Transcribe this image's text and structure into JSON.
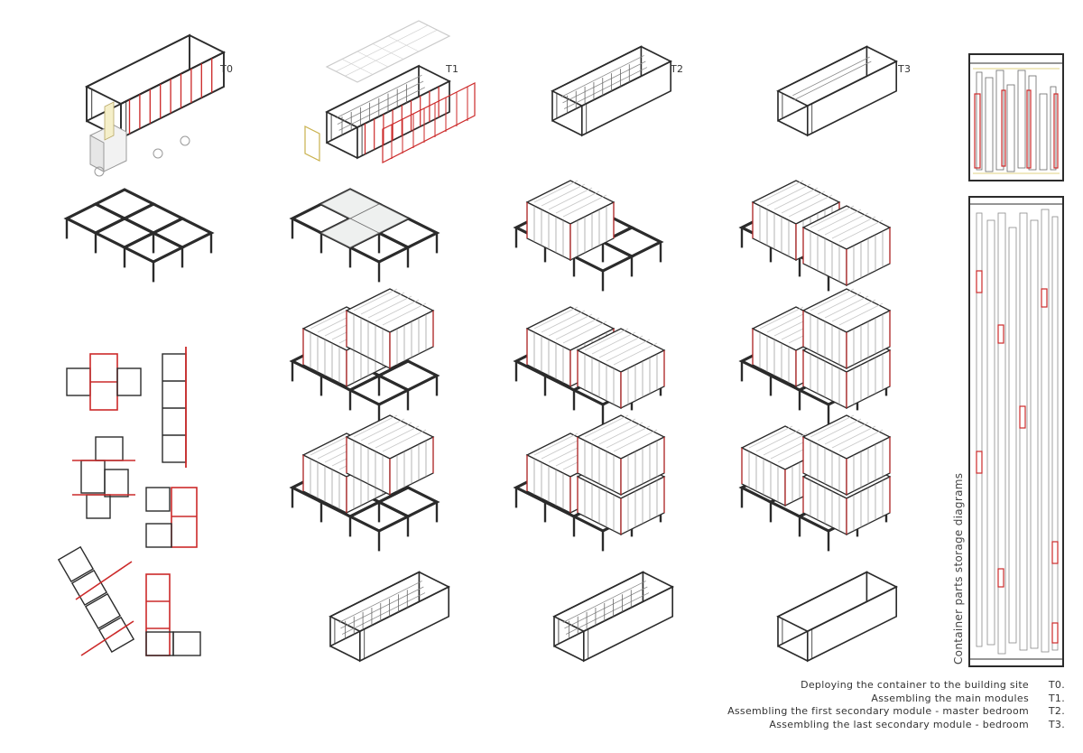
{
  "stage_labels": [
    "T0",
    "T1",
    "T2",
    "T3"
  ],
  "vertical_label": "Container parts storage diagrams",
  "legend": [
    {
      "text": "Deploying the container to the building site",
      "code": "T0."
    },
    {
      "text": "Assembling the main modules",
      "code": "T1."
    },
    {
      "text": "Assembling the first secondary module - master bedroom",
      "code": "T2."
    },
    {
      "text": "Assembling the last secondary module - bedroom",
      "code": "T3."
    }
  ],
  "colors": {
    "line": "#2b2b2b",
    "accent": "#cc2a2a",
    "light": "#b8b8b8",
    "yellow": "#d9c45a"
  }
}
